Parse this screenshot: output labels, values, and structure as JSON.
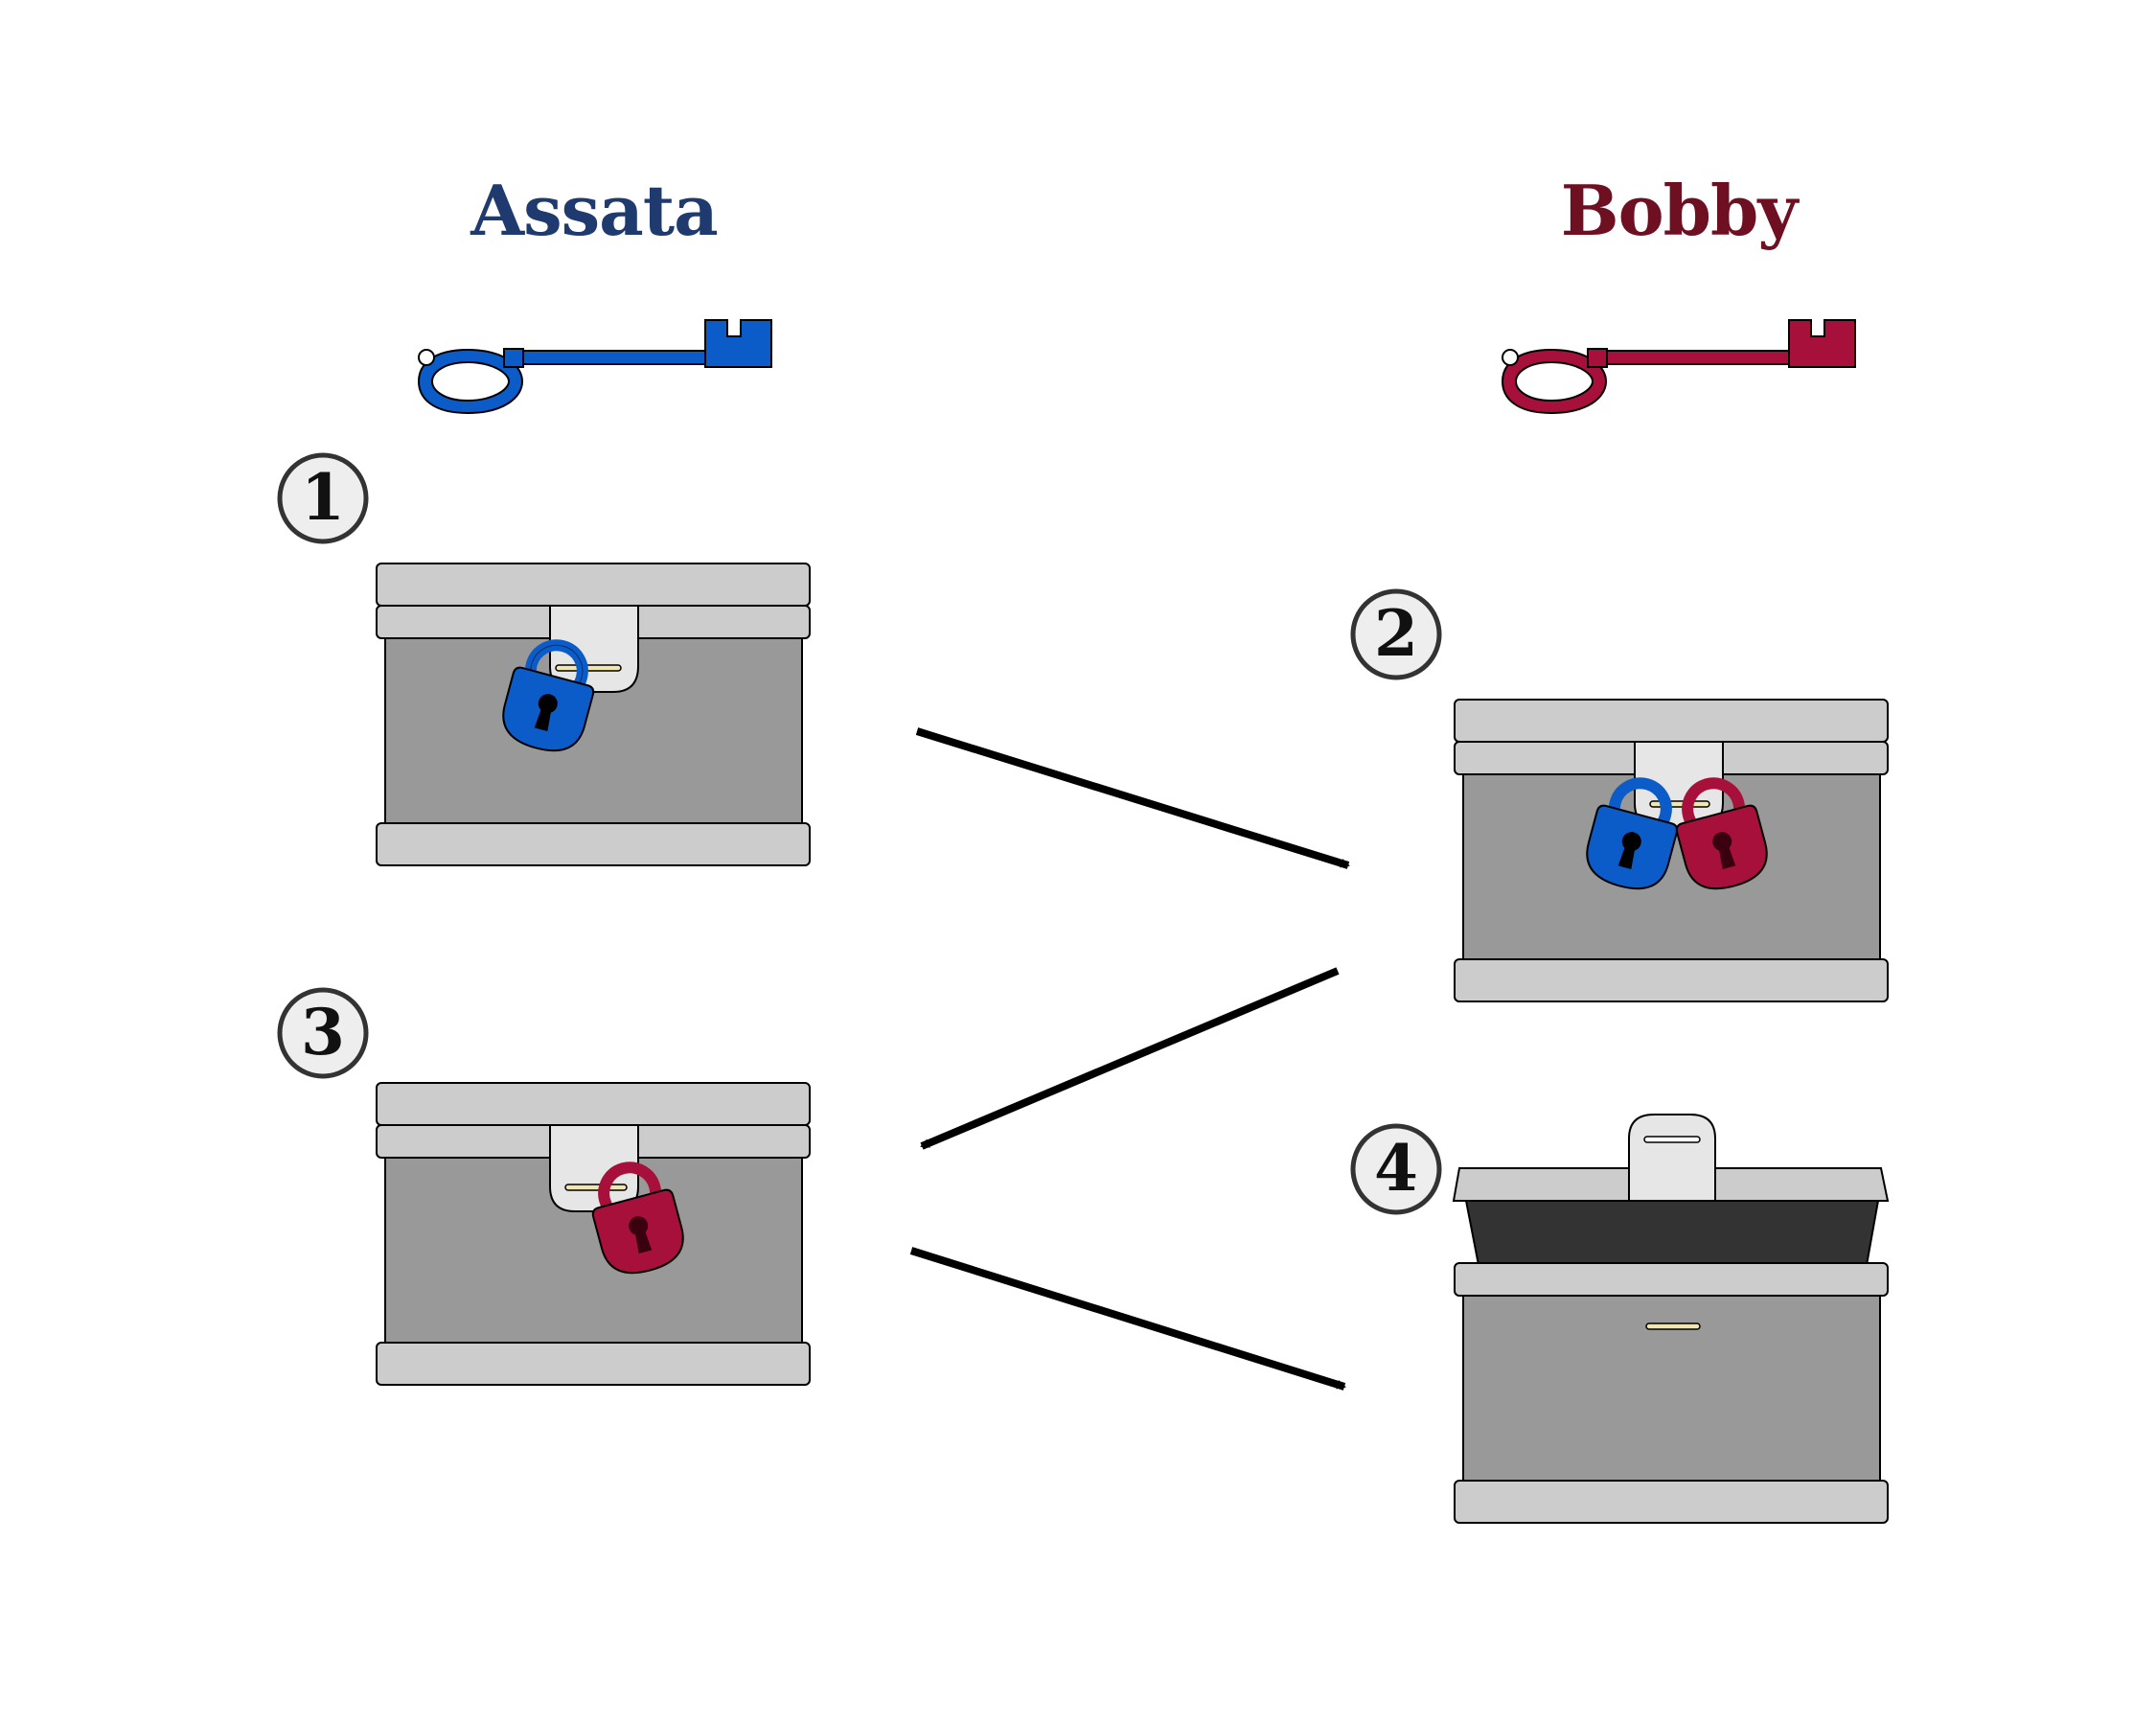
{
  "parties": {
    "assata": {
      "name": "Assata",
      "text_color": "#1e3a6e",
      "key_color": "#0b5cc8"
    },
    "bobby": {
      "name": "Bobby",
      "text_color": "#6e0f22",
      "key_color": "#a8103c"
    }
  },
  "steps": [
    {
      "number": "1",
      "padlocks": [
        "assata"
      ],
      "state": "locked"
    },
    {
      "number": "2",
      "padlocks": [
        "assata",
        "bobby"
      ],
      "state": "locked"
    },
    {
      "number": "3",
      "padlocks": [
        "bobby"
      ],
      "state": "locked"
    },
    {
      "number": "4",
      "padlocks": [],
      "state": "open"
    }
  ],
  "flow": [
    "1 → 2",
    "2 → 3",
    "3 → 4"
  ],
  "colors": {
    "box_body": "#999999",
    "box_band": "#cccccc",
    "hasp": "#e6e6e6",
    "box_interior": "#333333",
    "assata_lock": "#0b5cc8",
    "bobby_lock": "#a8103c",
    "arrow": "#000000"
  },
  "icons": [
    "key-icon",
    "padlock-icon",
    "chest-icon",
    "arrow-icon"
  ]
}
